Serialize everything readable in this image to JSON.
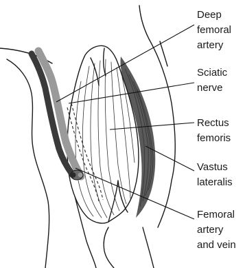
{
  "labels": {
    "deep_femoral_artery": [
      "Deep",
      "femoral",
      "artery"
    ],
    "sciatic_nerve": [
      "Sciatic",
      "nerve"
    ],
    "rectus_femoris": [
      "Rectus",
      "femoris"
    ],
    "vastus_lateralis": [
      "Vastus",
      "lateralis"
    ],
    "femoral_artery_and_vein": [
      "Femoral",
      "artery",
      "and vein"
    ]
  }
}
